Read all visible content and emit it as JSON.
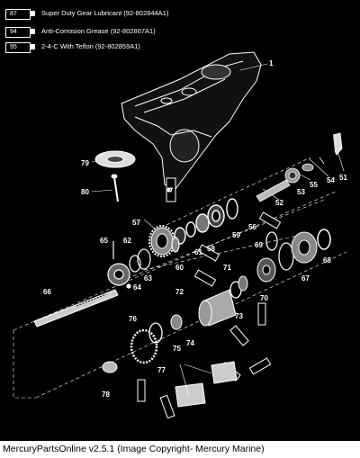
{
  "legend": [
    {
      "code": "87",
      "text": "Super Duty Gear Lubricant  (92-802844A1)"
    },
    {
      "code": "94",
      "text": "Anti-Corrosion Grease  (92-802867A1)"
    },
    {
      "code": "95",
      "text": "2-4-C  With Teflon  (92-802859A1)"
    }
  ],
  "callouts": [
    "1",
    "79",
    "80",
    "51",
    "54",
    "55",
    "53",
    "52",
    "56",
    "59",
    "58",
    "57",
    "65",
    "62",
    "61",
    "60",
    "64",
    "63",
    "66",
    "69",
    "67",
    "68",
    "71",
    "72",
    "70",
    "73",
    "76",
    "75",
    "74",
    "77",
    "78"
  ],
  "footer": "MercuryPartsOnline v2.5.1 (Image Copyright- Mercury Marine)"
}
